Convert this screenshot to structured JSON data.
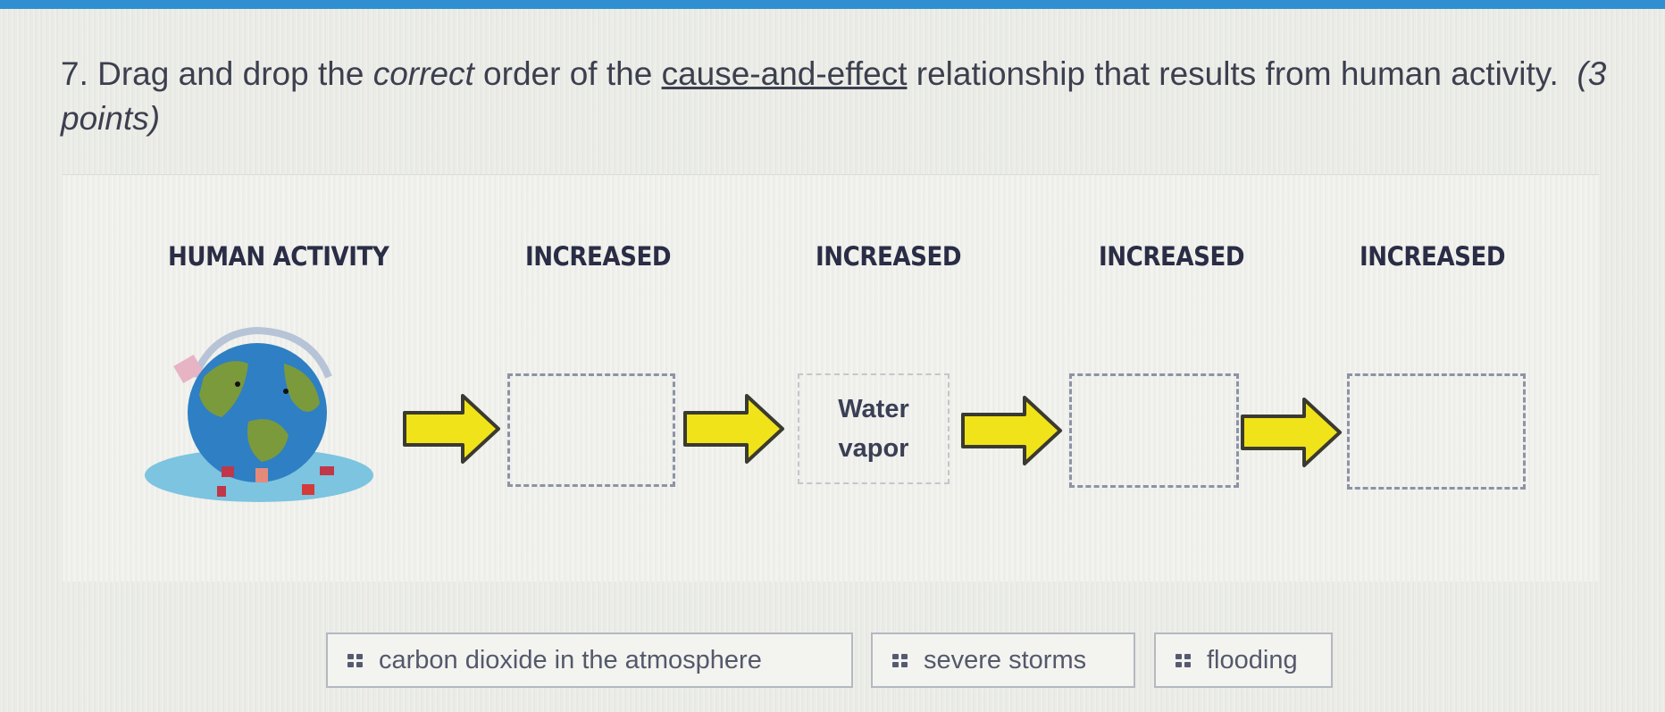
{
  "question": {
    "number": "7.",
    "text_before": " Drag and drop the ",
    "emphasis": "correct",
    "text_mid": " order of the ",
    "underlined": "cause-and-effect",
    "text_after": " relationship that results from human activity.",
    "points": "(3 points)"
  },
  "diagram": {
    "headers": [
      "HUMAN ACTIVITY",
      "INCREASED",
      "INCREASED",
      "INCREASED",
      "INCREASED"
    ],
    "start_image": "earth-globe-pollution-flooding-illustration",
    "drop_zones": [
      {
        "value": ""
      },
      {
        "value": "Water vapor",
        "line1": "Water",
        "line2": "vapor"
      },
      {
        "value": ""
      },
      {
        "value": ""
      }
    ],
    "arrow_color": "#f1e31a"
  },
  "answer_choices": [
    {
      "label": "carbon dioxide in the atmosphere",
      "icon": "drag-handle-icon"
    },
    {
      "label": "severe storms",
      "icon": "drag-handle-icon"
    },
    {
      "label": "flooding",
      "icon": "drag-handle-icon"
    }
  ]
}
